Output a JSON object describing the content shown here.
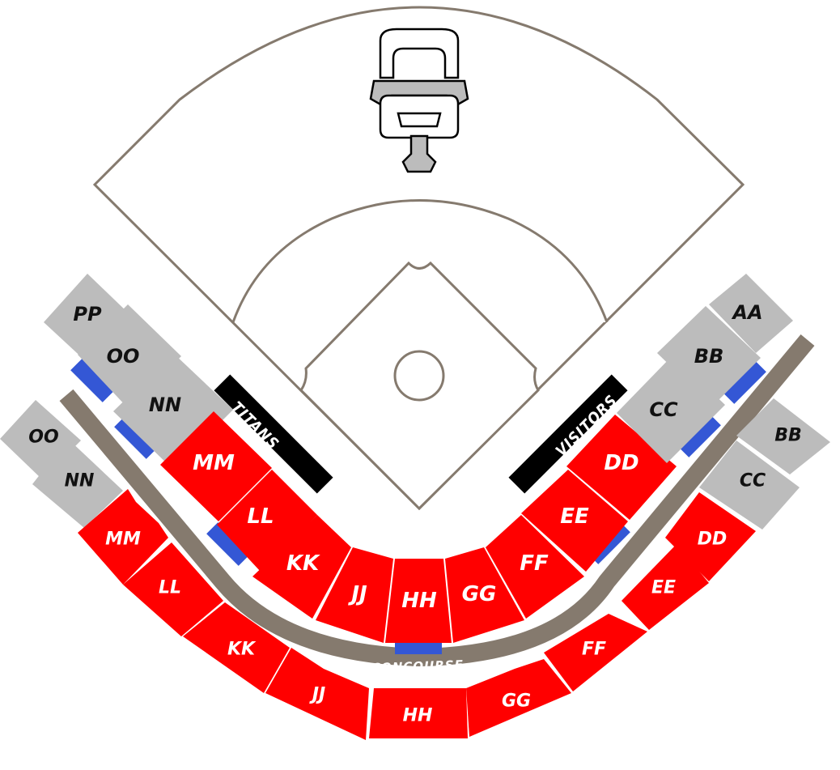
{
  "dugouts": {
    "home": "TITANS",
    "visitor": "VISITORS"
  },
  "concourse_label": "CONCOURSE",
  "logo": "titans-logo-icon",
  "colors": {
    "premium_section": "#ff0000",
    "standard_section": "#bcbcbc",
    "concourse": "#857a6e",
    "accessible": "#3457d5",
    "field_line": "#857a6e"
  },
  "sections": [
    {
      "label": "PP",
      "tier": "standard"
    },
    {
      "label": "OO",
      "tier": "standard"
    },
    {
      "label": "NN",
      "tier": "standard"
    },
    {
      "label": "MM",
      "tier": "premium"
    },
    {
      "label": "LL",
      "tier": "premium"
    },
    {
      "label": "KK",
      "tier": "premium"
    },
    {
      "label": "JJ",
      "tier": "premium"
    },
    {
      "label": "HH",
      "tier": "premium"
    },
    {
      "label": "GG",
      "tier": "premium"
    },
    {
      "label": "FF",
      "tier": "premium"
    },
    {
      "label": "EE",
      "tier": "premium"
    },
    {
      "label": "DD",
      "tier": "premium"
    },
    {
      "label": "CC",
      "tier": "standard"
    },
    {
      "label": "BB",
      "tier": "standard"
    },
    {
      "label": "AA",
      "tier": "standard"
    },
    {
      "label": "OO",
      "tier": "standard"
    },
    {
      "label": "NN",
      "tier": "standard"
    },
    {
      "label": "MM",
      "tier": "premium"
    },
    {
      "label": "LL",
      "tier": "premium"
    },
    {
      "label": "KK",
      "tier": "premium"
    },
    {
      "label": "JJ",
      "tier": "premium"
    },
    {
      "label": "HH",
      "tier": "premium"
    },
    {
      "label": "GG",
      "tier": "premium"
    },
    {
      "label": "FF",
      "tier": "premium"
    },
    {
      "label": "EE",
      "tier": "premium"
    },
    {
      "label": "DD",
      "tier": "premium"
    },
    {
      "label": "CC",
      "tier": "standard"
    },
    {
      "label": "BB",
      "tier": "standard"
    }
  ]
}
